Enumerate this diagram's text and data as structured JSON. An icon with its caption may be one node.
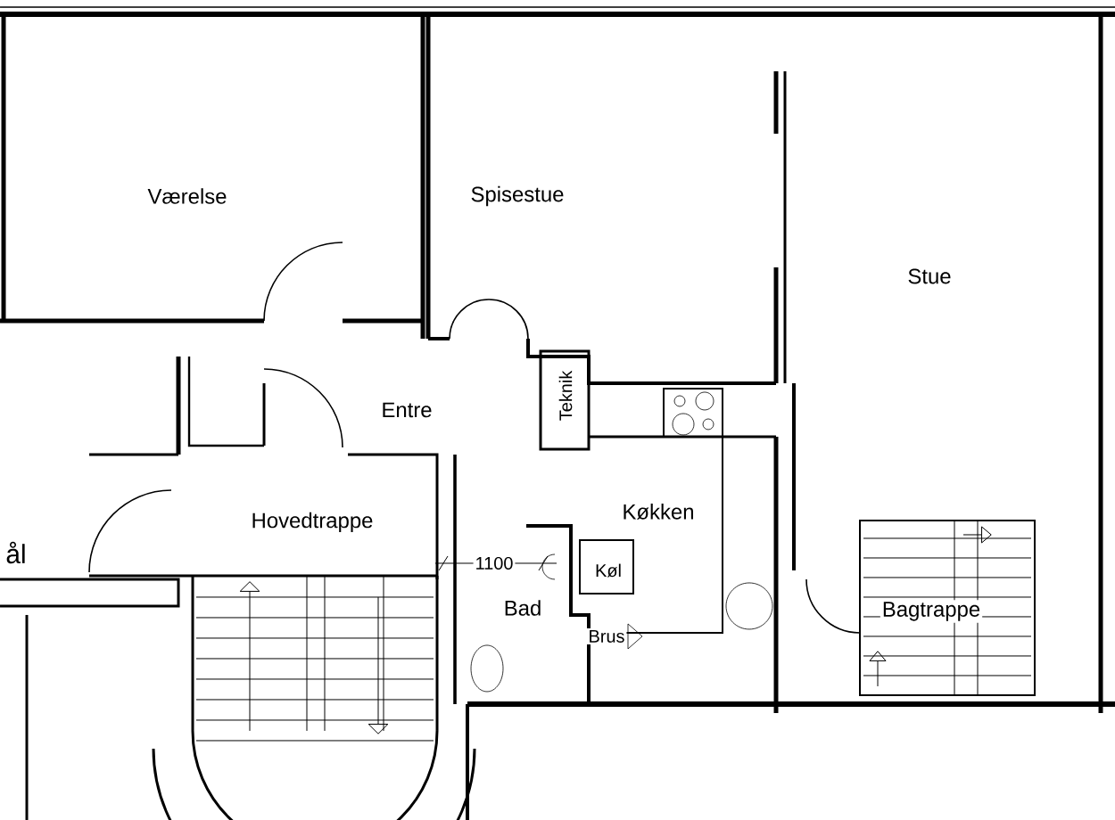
{
  "diagram": {
    "labels": [
      "Værelse",
      "Spisestue",
      "Stue",
      "Entre",
      "Teknik",
      "Køkken",
      "Hovedtrappe",
      "ål",
      "1100",
      "Køl",
      "Bad",
      "Brus",
      "Bagtrappe"
    ]
  }
}
